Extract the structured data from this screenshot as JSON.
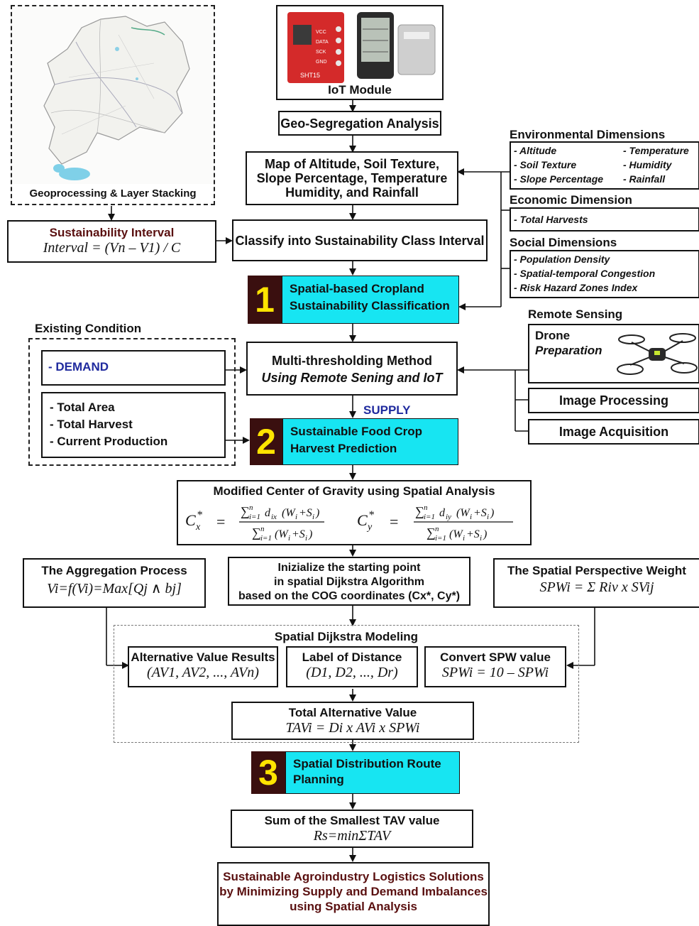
{
  "map_panel": {
    "caption": "Geoprocessing & Layer Stacking"
  },
  "iot": {
    "caption": "IoT Module",
    "sensor_labels": [
      "VCC",
      "DATA",
      "SCK",
      "GND",
      "SHT15"
    ]
  },
  "geo_seg": "Geo-Segregation Analysis",
  "map_box": [
    "Map of Altitude, Soil Texture,",
    "Slope Percentage, Temperature",
    "Humidity, and Rainfall"
  ],
  "env": {
    "title": "Environmental Dimensions",
    "items": [
      "- Altitude",
      "- Temperature",
      "- Soil Texture",
      "- Humidity",
      "- Slope Percentage",
      "- Rainfall"
    ]
  },
  "econ": {
    "title": "Economic Dimension",
    "items": [
      "- Total Harvests"
    ]
  },
  "social": {
    "title": "Social Dimensions",
    "items": [
      "- Population Density",
      "- Spatial-temporal Congestion",
      "- Risk Hazard Zones Index"
    ]
  },
  "sust_interval": {
    "title": "Sustainability Interval",
    "formula": "Interval = (Vn – V1) / C"
  },
  "classify": "Classify into Sustainability Class Interval",
  "step1": {
    "num": "1",
    "line1": "Spatial-based Cropland",
    "line2": "Sustainability Classification"
  },
  "existing": {
    "title": "Existing Condition",
    "demand": "- DEMAND",
    "items": [
      "- Total Area",
      "- Total Harvest",
      "- Current Production"
    ]
  },
  "multi": {
    "line1": "Multi-thresholding Method",
    "line2": "Using Remote Sening and IoT"
  },
  "supply": "SUPPLY",
  "remote": {
    "title": "Remote Sensing",
    "drone1": "Drone",
    "drone2": "Preparation",
    "proc": "Image Processing",
    "acq": "Image Acquisition"
  },
  "step2": {
    "num": "2",
    "line1": "Sustainable Food Crop",
    "line2": "Harvest Prediction"
  },
  "cog": {
    "title": "Modified Center of Gravity using Spatial Analysis"
  },
  "aggregation": {
    "title": "The Aggregation Process",
    "formula": "Vi=f(Vi)=Max[Qj ∧ bj]"
  },
  "init": [
    "Inizialize the starting point",
    "in spatial Dijkstra Algorithm",
    "based on the COG coordinates (Cx*, Cy*)"
  ],
  "spw": {
    "title": "The Spatial Perspective Weight",
    "formula": "SPWi = Σ Riv x SVij"
  },
  "dijkstra": {
    "title": "Spatial Dijkstra Modeling"
  },
  "alt": {
    "title": "Alternative Value Results",
    "formula": "(AV1, AV2, ..., AVn)"
  },
  "label_dist": {
    "title": "Label of Distance",
    "formula": "(D1, D2, ..., Dr)"
  },
  "convert": {
    "title": "Convert SPW value",
    "formula": "SPWi = 10 – SPWi"
  },
  "tav": {
    "title": "Total Alternative Value",
    "formula": "TAVi = Di x AVi x SPWi"
  },
  "step3": {
    "num": "3",
    "line1": "Spatial Distribution Route",
    "line2": "Planning"
  },
  "sum": {
    "title": "Sum of the Smallest TAV value",
    "formula": "Rs=minΣTAV"
  },
  "final": [
    "Sustainable Agroindustry Logistics Solutions",
    "by Minimizing Supply and Demand Imbalances",
    "using Spatial Analysis"
  ]
}
